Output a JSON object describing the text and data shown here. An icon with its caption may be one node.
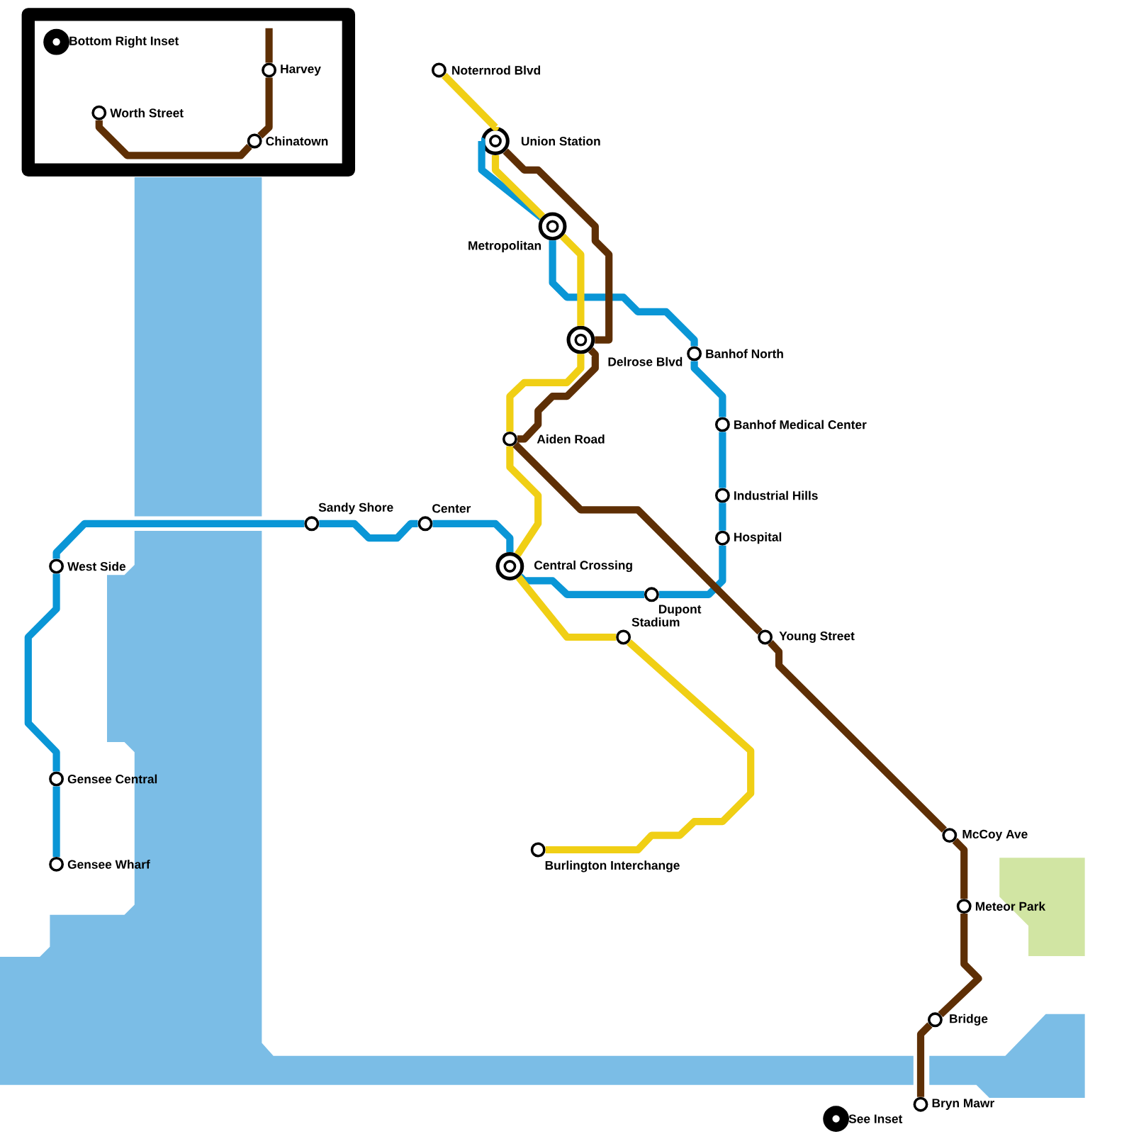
{
  "diagram": {
    "nodes": [
      {
        "text": [
          "Bottom Right Inset"
        ]
      },
      {
        "text": [
          "Noternrod Blvd"
        ]
      },
      {
        "text": [
          "Harvey"
        ]
      },
      {
        "text": [
          "Worth Street"
        ]
      },
      {
        "text": [
          "Union Station"
        ]
      },
      {
        "text": [
          "Chinatown"
        ]
      },
      {
        "text": [
          "Metropolitan"
        ]
      },
      {
        "text": [
          "Delrose Blvd"
        ]
      },
      {
        "text": [
          "Banhof North"
        ]
      },
      {
        "text": [
          "Banhof Medical Center"
        ]
      },
      {
        "text": [
          "Aiden Road"
        ]
      },
      {
        "text": [
          "Industrial Hills"
        ]
      },
      {
        "text": [
          "Sandy Shore"
        ]
      },
      {
        "text": [
          "Center"
        ]
      },
      {
        "text": [
          "Hospital"
        ]
      },
      {
        "text": [
          "West Side"
        ]
      },
      {
        "text": [
          "Central Crossing"
        ]
      },
      {
        "text": [
          "Dupont"
        ]
      },
      {
        "text": [
          "Stadium"
        ]
      },
      {
        "text": [
          "Young Street"
        ]
      },
      {
        "text": [
          "Gensee Central"
        ]
      },
      {
        "text": [
          "McCoy Ave"
        ]
      },
      {
        "text": [
          "Burlington Interchange"
        ]
      },
      {
        "text": [
          "Gensee Wharf"
        ]
      },
      {
        "text": [
          "Meteor Park"
        ]
      },
      {
        "text": [
          "Bridge"
        ]
      },
      {
        "text": [
          "Bryn Mawr"
        ]
      },
      {
        "text": [
          "See Inset"
        ]
      }
    ],
    "edges": [
      {
        "from": 23,
        "to": 20,
        "arrow": "none",
        "color": "#0a96d6"
      },
      {
        "from": 20,
        "to": 15,
        "arrow": "none",
        "color": "#0a96d6"
      },
      {
        "from": 15,
        "to": 12,
        "arrow": "none",
        "color": "#0a96d6"
      },
      {
        "from": 12,
        "to": 13,
        "arrow": "none",
        "color": "#0a96d6"
      },
      {
        "from": 13,
        "to": 16,
        "arrow": "none",
        "color": "#0a96d6"
      },
      {
        "from": 16,
        "to": 17,
        "arrow": "none",
        "color": "#0a96d6"
      },
      {
        "from": 17,
        "to": 14,
        "arrow": "none",
        "color": "#0a96d6"
      },
      {
        "from": 14,
        "to": 11,
        "arrow": "none",
        "color": "#0a96d6"
      },
      {
        "from": 11,
        "to": 9,
        "arrow": "none",
        "color": "#0a96d6"
      },
      {
        "from": 9,
        "to": 8,
        "arrow": "none",
        "color": "#0a96d6"
      },
      {
        "from": 8,
        "to": 6,
        "arrow": "none",
        "color": "#0a96d6"
      },
      {
        "from": 6,
        "to": 4,
        "arrow": "none",
        "color": "#0a96d6"
      },
      {
        "from": 1,
        "to": 4,
        "arrow": "none",
        "color": "#f0cf15"
      },
      {
        "from": 4,
        "to": 6,
        "arrow": "none",
        "color": "#f0cf15"
      },
      {
        "from": 6,
        "to": 7,
        "arrow": "none",
        "color": "#f0cf15"
      },
      {
        "from": 7,
        "to": 10,
        "arrow": "none",
        "color": "#f0cf15"
      },
      {
        "from": 10,
        "to": 16,
        "arrow": "none",
        "color": "#f0cf15"
      },
      {
        "from": 16,
        "to": 18,
        "arrow": "none",
        "color": "#f0cf15"
      },
      {
        "from": 18,
        "to": 22,
        "arrow": "none",
        "color": "#f0cf15"
      },
      {
        "from": 4,
        "to": 7,
        "arrow": "none",
        "color": "#5e2f05"
      },
      {
        "from": 7,
        "to": 10,
        "arrow": "none",
        "color": "#5e2f05"
      },
      {
        "from": 10,
        "to": 19,
        "arrow": "none",
        "color": "#5e2f05"
      },
      {
        "from": 19,
        "to": 21,
        "arrow": "none",
        "color": "#5e2f05"
      },
      {
        "from": 21,
        "to": 24,
        "arrow": "none",
        "color": "#5e2f05"
      },
      {
        "from": 24,
        "to": 25,
        "arrow": "none",
        "color": "#5e2f05"
      },
      {
        "from": 25,
        "to": 26,
        "arrow": "none",
        "color": "#5e2f05"
      },
      {
        "from": 3,
        "to": 5,
        "arrow": "none",
        "color": "#5e2f05"
      },
      {
        "from": 5,
        "to": 2,
        "arrow": "none",
        "color": "#5e2f05"
      },
      {
        "from": 2,
        "to": null,
        "arrow": "none",
        "color": "#5e2f05"
      }
    ]
  }
}
